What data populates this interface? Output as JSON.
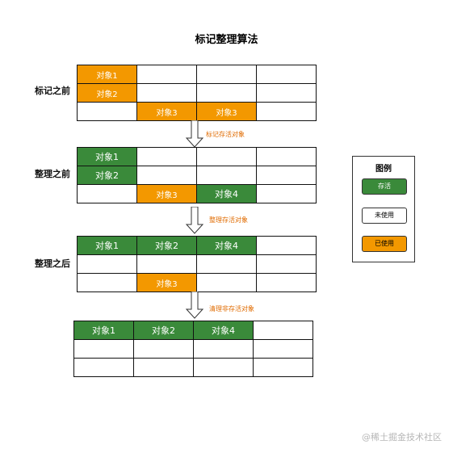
{
  "title": "标记整理算法",
  "stages": [
    {
      "label": "标记之前",
      "rows": [
        [
          {
            "text": "对象1",
            "state": "dead"
          },
          {
            "text": "",
            "state": "free"
          },
          {
            "text": "",
            "state": "free"
          },
          {
            "text": "",
            "state": "free"
          }
        ],
        [
          {
            "text": "对象2",
            "state": "dead"
          },
          {
            "text": "",
            "state": "free"
          },
          {
            "text": "",
            "state": "free"
          },
          {
            "text": "",
            "state": "free"
          }
        ],
        [
          {
            "text": "",
            "state": "free"
          },
          {
            "text": "对象3",
            "state": "dead"
          },
          {
            "text": "对象3",
            "state": "dead"
          },
          {
            "text": "",
            "state": "free"
          }
        ]
      ]
    },
    {
      "label": "整理之前",
      "rows": [
        [
          {
            "text": "对象1",
            "state": "live"
          },
          {
            "text": "",
            "state": "free"
          },
          {
            "text": "",
            "state": "free"
          },
          {
            "text": "",
            "state": "free"
          }
        ],
        [
          {
            "text": "对象2",
            "state": "live"
          },
          {
            "text": "",
            "state": "free"
          },
          {
            "text": "",
            "state": "free"
          },
          {
            "text": "",
            "state": "free"
          }
        ],
        [
          {
            "text": "",
            "state": "free"
          },
          {
            "text": "对象3",
            "state": "dead"
          },
          {
            "text": "对象4",
            "state": "live"
          },
          {
            "text": "",
            "state": "free"
          }
        ]
      ]
    },
    {
      "label": "整理之后",
      "rows": [
        [
          {
            "text": "对象1",
            "state": "live"
          },
          {
            "text": "对象2",
            "state": "live"
          },
          {
            "text": "对象4",
            "state": "live"
          },
          {
            "text": "",
            "state": "free"
          }
        ],
        [
          {
            "text": "",
            "state": "free"
          },
          {
            "text": "",
            "state": "free"
          },
          {
            "text": "",
            "state": "free"
          },
          {
            "text": "",
            "state": "free"
          }
        ],
        [
          {
            "text": "",
            "state": "free"
          },
          {
            "text": "对象3",
            "state": "dead"
          },
          {
            "text": "",
            "state": "free"
          },
          {
            "text": "",
            "state": "free"
          }
        ]
      ]
    },
    {
      "label": "",
      "rows": [
        [
          {
            "text": "对象1",
            "state": "live"
          },
          {
            "text": "对象2",
            "state": "live"
          },
          {
            "text": "对象4",
            "state": "live"
          },
          {
            "text": "",
            "state": "free"
          }
        ],
        [
          {
            "text": "",
            "state": "free"
          },
          {
            "text": "",
            "state": "free"
          },
          {
            "text": "",
            "state": "free"
          },
          {
            "text": "",
            "state": "free"
          }
        ],
        [
          {
            "text": "",
            "state": "free"
          },
          {
            "text": "",
            "state": "free"
          },
          {
            "text": "",
            "state": "free"
          },
          {
            "text": "",
            "state": "free"
          }
        ]
      ]
    }
  ],
  "arrows": [
    "标记存活对象",
    "整理存活对象",
    "清理非存活对象"
  ],
  "legend": {
    "title": "图例",
    "items": [
      {
        "label": "存活",
        "color": "#3a8a3a"
      },
      {
        "label": "未使用",
        "color": "#ffffff"
      },
      {
        "label": "已使用",
        "color": "#f39800"
      }
    ]
  },
  "colors": {
    "live": "#3a8a3a",
    "dead": "#f39800",
    "free": "#ffffff",
    "arrow_label": "#e06b00"
  },
  "watermark": "@稀土掘金技术社区"
}
